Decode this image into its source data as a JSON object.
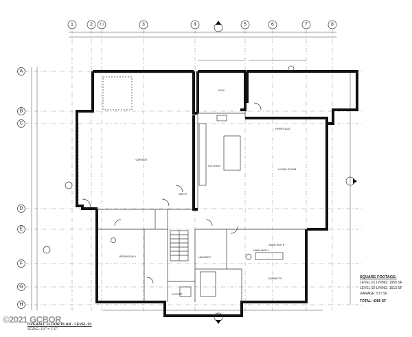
{
  "grid": {
    "columns": [
      "1",
      "2",
      "2.1",
      "3",
      "4",
      "5",
      "6",
      "7",
      "8"
    ],
    "rows": [
      "A",
      "B",
      "C",
      "D",
      "E",
      "F",
      "G",
      "H"
    ]
  },
  "rooms": {
    "garage": "GARAGE",
    "gym": "GYM",
    "kitchen": "KITCHEN",
    "living_room": "LIVING ROOM",
    "fireplace": "FIREPLACE",
    "mech": "MECH",
    "bedroom": "BEDROOM 4",
    "laundry": "LAUNDRY",
    "main_bath": "MAIN BATH",
    "main_suite": "MAIN SUITE",
    "closet": "CLOSET",
    "cabinets": "CABINETS"
  },
  "square_footage": {
    "title": "SQUARE FOOTAGE:",
    "level1": "LEVEL 01 LIVING: 1955 SF",
    "level2": "LEVEL 02 LIVING: 1513 SF",
    "garage": "GARAGE: 977 SF",
    "total": "TOTAL: 4385 SF"
  },
  "watermark": "©2021 GCBOR",
  "title_block": {
    "name": "OVERALL FLOOR PLAN - LEVEL 01",
    "scale": "SCALE: 1/4\" = 1'-0\""
  }
}
